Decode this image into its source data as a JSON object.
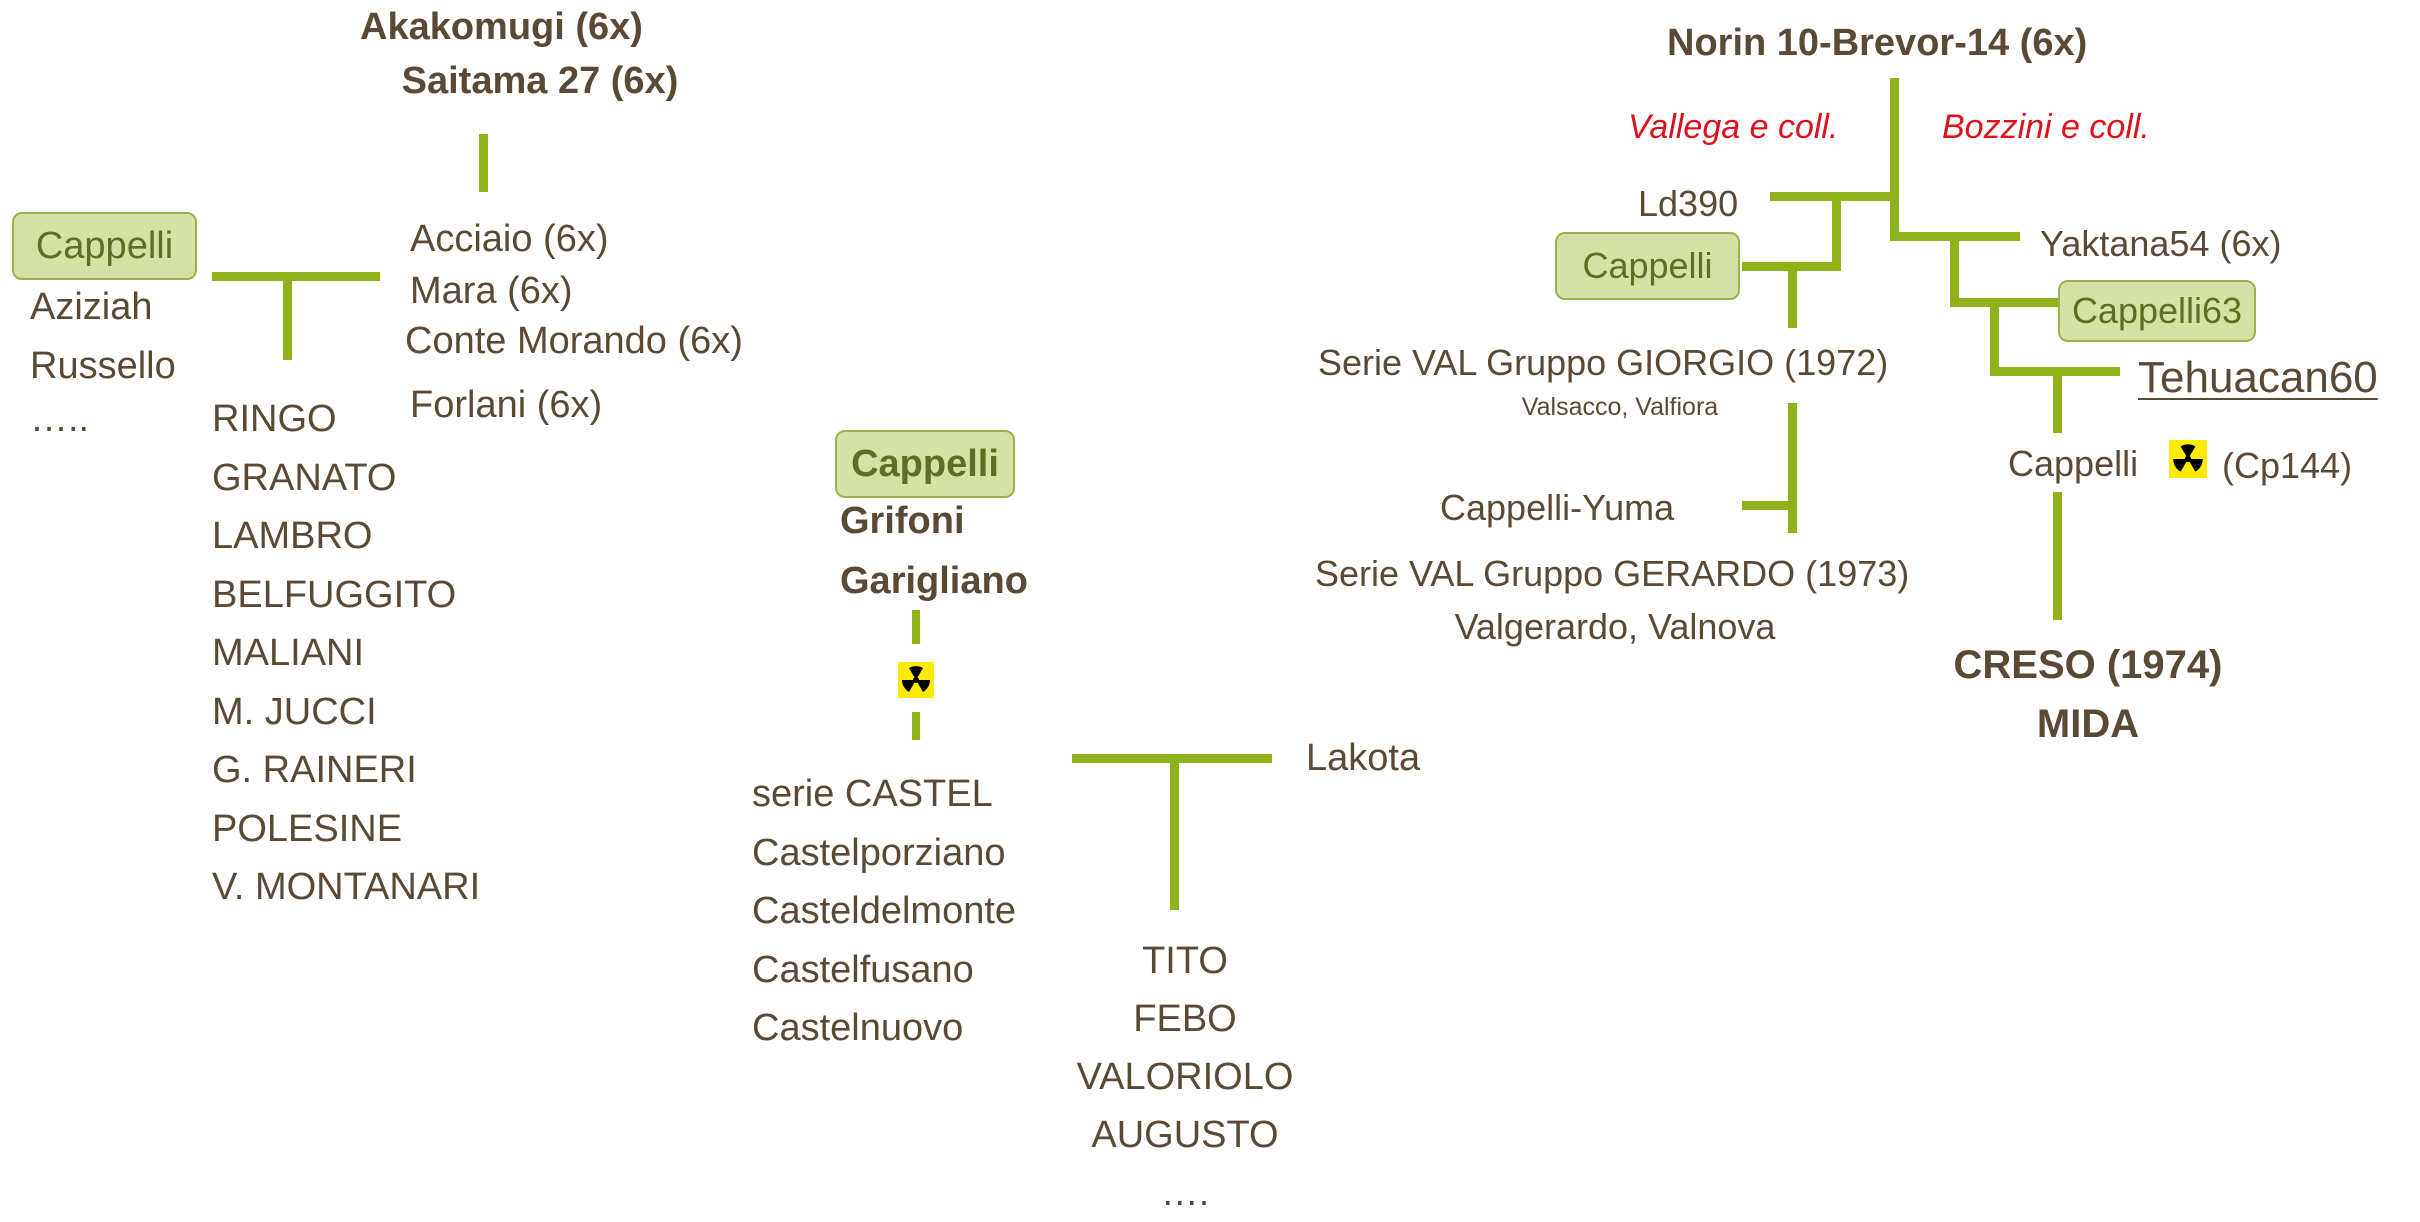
{
  "colors": {
    "branch": "#8fb21b",
    "text": "#5a4a35",
    "highlight_bg": "#d4e3a5",
    "highlight_border": "#9cb24f",
    "citation": "#e0101a",
    "radiation_icon": "#ffea00"
  },
  "tree1": {
    "parents_top": [
      "Akakomugi (6x)",
      "Saitama 27 (6x)"
    ],
    "left_highlight": "Cappelli",
    "left_others": [
      "Aziziah",
      "Russello",
      "….."
    ],
    "crosses": [
      "Acciaio (6x)",
      "Mara (6x)",
      "Conte Morando (6x)",
      "Forlani (6x)"
    ],
    "offspring": [
      "RINGO",
      "GRANATO",
      "LAMBRO",
      "BELFUGGITO",
      "MALIANI",
      "M. JUCCI",
      "G. RAINERI",
      "POLESINE",
      "V. MONTANARI"
    ]
  },
  "tree2": {
    "highlight": "Cappelli",
    "parents": [
      "Grifoni",
      "Garigliano"
    ],
    "mutation_icon": "radiation-icon",
    "series": [
      "serie CASTEL",
      "Castelporziano",
      "Casteldelmonte",
      "Castelfusano",
      "Castelnuovo"
    ],
    "cross_parent": "Lakota",
    "offspring": [
      "TITO",
      "FEBO",
      "VALORIOLO",
      "AUGUSTO",
      "…."
    ]
  },
  "tree3": {
    "root": "Norin 10-Brevor-14 (6x)",
    "citation_left": "Vallega e coll.",
    "citation_right": "Bozzini e coll.",
    "ld": "Ld390",
    "cappelli_left": "Cappelli",
    "giorgio": "Serie VAL Gruppo GIORGIO (1972)",
    "giorgio_sub": "Valsacco, Valfiora",
    "cappelli_yuma": "Cappelli-Yuma",
    "gerardo": "Serie VAL Gruppo GERARDO (1973)",
    "gerardo_sub": "Valgerardo, Valnova",
    "yaktana": "Yaktana54 (6x)",
    "cappelli63": "Cappelli63",
    "tehuacan": "Tehuacan60",
    "cappelli_mut": "Cappelli",
    "mutation_icon": "radiation-icon",
    "cp144": "(Cp144)",
    "final": [
      "CRESO (1974)",
      "MIDA"
    ]
  }
}
